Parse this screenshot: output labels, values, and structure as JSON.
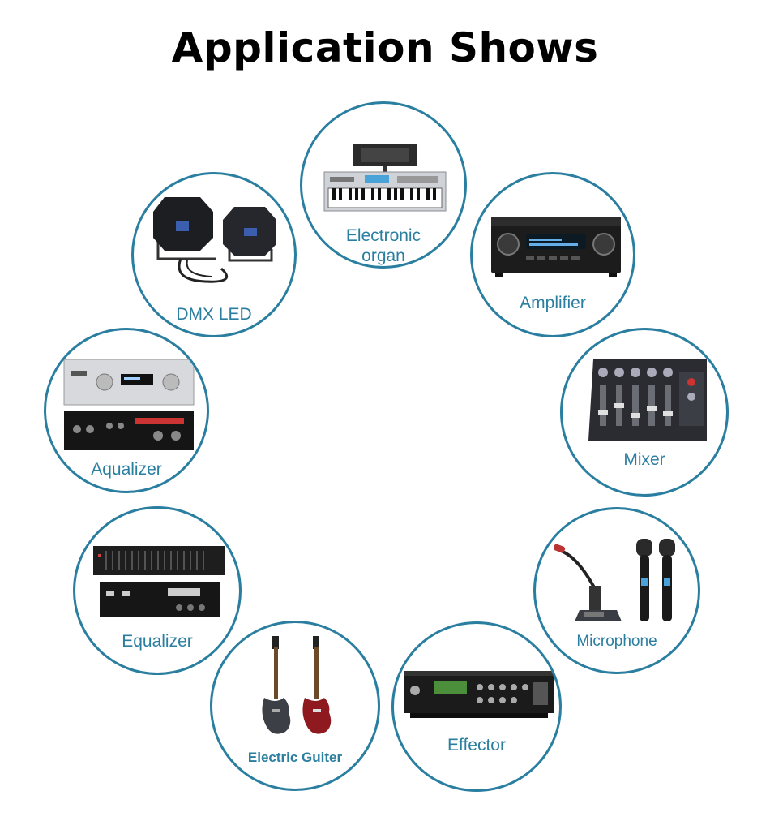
{
  "title": "Application Shows",
  "accent_color": "#2a7ea0",
  "items": [
    {
      "label": "Electronic\norgan",
      "icon": "electronic-organ-icon"
    },
    {
      "label": "Amplifier",
      "icon": "amplifier-icon"
    },
    {
      "label": "Mixer",
      "icon": "mixer-icon"
    },
    {
      "label": "Microphone",
      "icon": "microphone-icon"
    },
    {
      "label": "Effector",
      "icon": "effector-icon"
    },
    {
      "label": "Electric Guiter",
      "icon": "electric-guitar-icon"
    },
    {
      "label": "Equalizer",
      "icon": "equalizer-icon"
    },
    {
      "label": "Aqualizer",
      "icon": "aqualizer-icon"
    },
    {
      "label": "DMX LED",
      "icon": "dmx-led-icon"
    }
  ]
}
